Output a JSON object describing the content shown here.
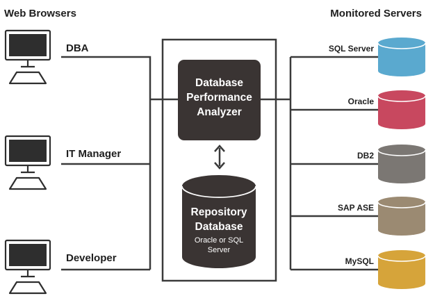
{
  "headers": {
    "left": "Web Browsers",
    "right": "Monitored Servers"
  },
  "clients": [
    {
      "label": "DBA",
      "icon": "computer-icon"
    },
    {
      "label": "IT Manager",
      "icon": "computer-icon"
    },
    {
      "label": "Developer",
      "icon": "computer-icon"
    }
  ],
  "analyzer": {
    "lines": [
      "Database",
      "Performance",
      "Analyzer"
    ],
    "color": "#3a3433"
  },
  "repository": {
    "lines": [
      "Repository",
      "Database"
    ],
    "sub_lines": [
      "Oracle or SQL",
      "Server"
    ],
    "color": "#3a3433"
  },
  "servers": [
    {
      "label": "SQL Server",
      "color": "#5aa9cf"
    },
    {
      "label": "Oracle",
      "color": "#c8485f"
    },
    {
      "label": "DB2",
      "color": "#7b7773"
    },
    {
      "label": "SAP ASE",
      "color": "#9b8a72"
    },
    {
      "label": "MySQL",
      "color": "#d6a43a"
    }
  ],
  "colors": {
    "wire": "#3a3a3a",
    "cylinder_dark": "#3a3433"
  }
}
